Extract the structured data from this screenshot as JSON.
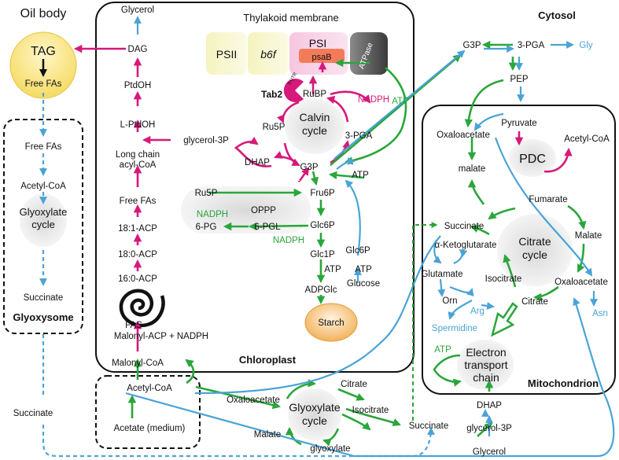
{
  "compartments": {
    "oil_body": "Oil body",
    "thylakoid": "Thylakoid membrane",
    "cytosol": "Cytosol",
    "chloroplast": "Chloroplast",
    "mitochondrion": "Mitochondrion",
    "glyoxysome": "Glyoxysome"
  },
  "thylakoid": {
    "psii": "PSII",
    "b6f": "b6f",
    "psi": "PSI",
    "psab": "psaB",
    "atpase": "ATPase",
    "tab2": "Tab2",
    "tab2_mark": "5'UTR"
  },
  "oil_body": {
    "tag": "TAG",
    "free_fas": "Free FAs"
  },
  "glyoxysome": {
    "free_fas": "Free FAs",
    "acetyl_coa": "Acetyl-CoA",
    "cycle": "Glyoxylate cycle",
    "succinate": "Succinate"
  },
  "lipid": {
    "glycerol": "Glycerol",
    "dag": "DAG",
    "ptdoh": "PtdOH",
    "l_ptdoh": "L-PtdOH",
    "long_chain": "Long chain",
    "acyl_coa": "acyl-CoA",
    "glycerol_3p": "glycerol-3P",
    "free_fas": "Free FAs",
    "acp18_1": "18:1-ACP",
    "acp18_0": "18:0-ACP",
    "acp16_0": "16:0-ACP",
    "fas": "FAS",
    "malonyl_acp": "Malonyl-ACP + NADPH",
    "malonyl_coa": "Malonyl-CoA"
  },
  "calvin": {
    "rubp": "RuBP",
    "nadph": "NADPH",
    "ru5p": "Ru5P",
    "cycle": "Calvin cycle",
    "pga": "3-PGA",
    "dhap": "DHAP",
    "g3p": "G3P",
    "atp": "ATP",
    "atp2": "ATP"
  },
  "oppp": {
    "ru5p": "Ru5P",
    "nadph": "NADPH",
    "label": "OPPP",
    "pg6": "6-PG",
    "pgl6": "6-PGL",
    "nadph2": "NADPH",
    "fru6p": "Fru6P",
    "glc6p": "Glc6P",
    "glc6p2": "Glc6P",
    "glc1p": "Glc1P",
    "atp": "ATP",
    "atp2": "ATP",
    "adpglc": "ADPGlc",
    "glucose": "Glucose",
    "starch": "Starch"
  },
  "cytosol": {
    "g3p": "G3P",
    "pga": "3-PGA",
    "gly": "Gly",
    "pep": "PEP",
    "pyruvate": "Pyruvate",
    "oxaloacetate": "Oxaloacetate",
    "pdc": "PDC",
    "acetyl_coa": "Acetyl-CoA",
    "malate": "malate"
  },
  "mito": {
    "fumarate": "Fumarate",
    "succinate": "Succinate",
    "malate": "Malate",
    "akg": "α-Ketoglutarate",
    "cycle": "Citrate cycle",
    "glutamate": "Glutamate",
    "isocitrate": "Isocitrate",
    "oxaloacetate": "Oxaloacetate",
    "orn": "Orn",
    "arg": "Arg",
    "citrate": "Citrate",
    "spermidine": "Spermidine",
    "asn": "Asn",
    "atp": "ATP",
    "etc": "Electron transport chain"
  },
  "bottom": {
    "acetyl_coa": "Acetyl-CoA",
    "acetate": "Acetate (medium)",
    "oxaloacetate": "Oxaloacetate",
    "citrate": "Citrate",
    "isocitrate": "Isocitrate",
    "cycle": "Glyoxylate cycle",
    "malate": "Malate",
    "glyoxylate": "glyoxylate",
    "succinate": "Succinate",
    "succinate_left": "Succinate",
    "dhap": "DHAP",
    "glycerol_3p": "glycerol-3P",
    "glycerol": "Glycerol"
  },
  "colors": {
    "lipid_pathway": "#d6197a",
    "carbon_pathway": "#2aa63a",
    "transport": "#4aa3d6"
  }
}
